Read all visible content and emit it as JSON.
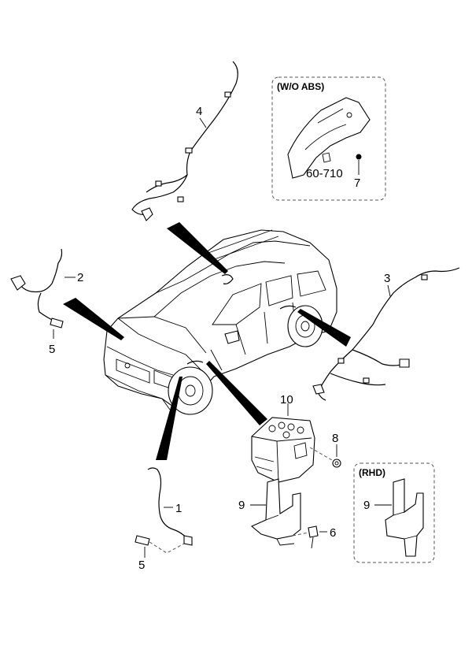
{
  "inset_wo_abs": {
    "title": "(W/O ABS)",
    "ref_label": "60-710",
    "part_label": "7"
  },
  "inset_rhd": {
    "title": "(RHD)",
    "part_label": "9"
  },
  "callouts": {
    "c1": "1",
    "c2": "2",
    "c3": "3",
    "c4": "4",
    "c5a": "5",
    "c5b": "5",
    "c6": "6",
    "c8": "8",
    "c9": "9",
    "c10": "10"
  }
}
